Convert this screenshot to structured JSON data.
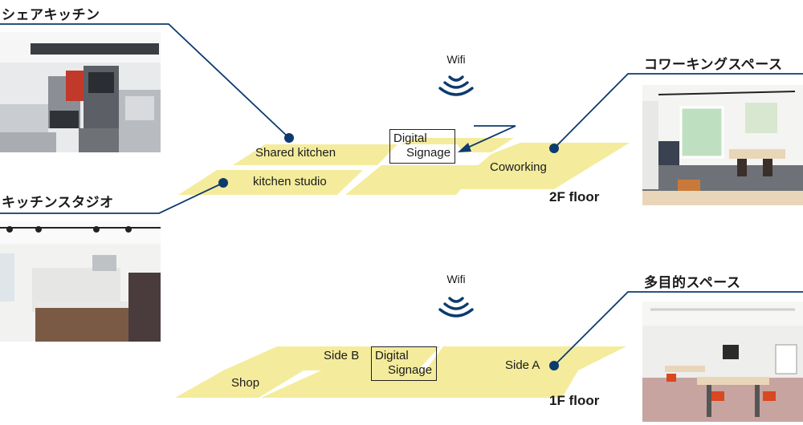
{
  "titles": {
    "shared_kitchen_jp": "シェアキッチン",
    "kitchen_studio_jp": "キッチンスタジオ",
    "coworking_jp": "コワーキングスペース",
    "multipurpose_jp": "多目的スペース"
  },
  "floor2": {
    "wifi": "Wifi",
    "shared_kitchen": "Shared kitchen",
    "kitchen_studio": "kitchen studio",
    "coworking": "Coworking",
    "signage_line1": "Digital",
    "signage_line2": "Signage",
    "floor_label": "2F  floor"
  },
  "floor1": {
    "wifi": "Wifi",
    "side_b": "Side B",
    "shop": "Shop",
    "side_a": "Side A",
    "signage_line1": "Digital",
    "signage_line2": "Signage",
    "floor_label": "1F  floor"
  },
  "colors": {
    "floor_fill": "#f4ec9c",
    "line_navy": "#0d3b6e"
  }
}
